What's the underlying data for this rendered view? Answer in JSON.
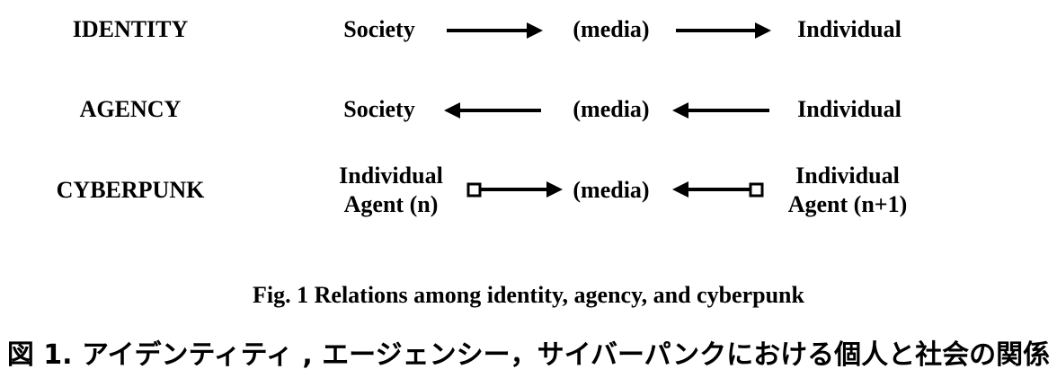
{
  "rows": [
    {
      "label": "IDENTITY",
      "left": "Society",
      "middle": "(media)",
      "right": "Individual",
      "direction": "left-to-right"
    },
    {
      "label": "AGENCY",
      "left": "Society",
      "middle": "(media)",
      "right": "Individual",
      "direction": "right-to-left"
    },
    {
      "label": "CYBERPUNK",
      "left_line1": "Individual",
      "left_line2": "Agent (n)",
      "middle": "(media)",
      "right_line1": "Individual",
      "right_line2": "Agent (n+1)",
      "direction": "both-inward"
    }
  ],
  "caption_en": "Fig. 1 Relations among identity, agency, and cyberpunk",
  "caption_jp": "図 1. アイデンティティ , エージェンシー，サイバーパンクにおける個人と社会の関係"
}
